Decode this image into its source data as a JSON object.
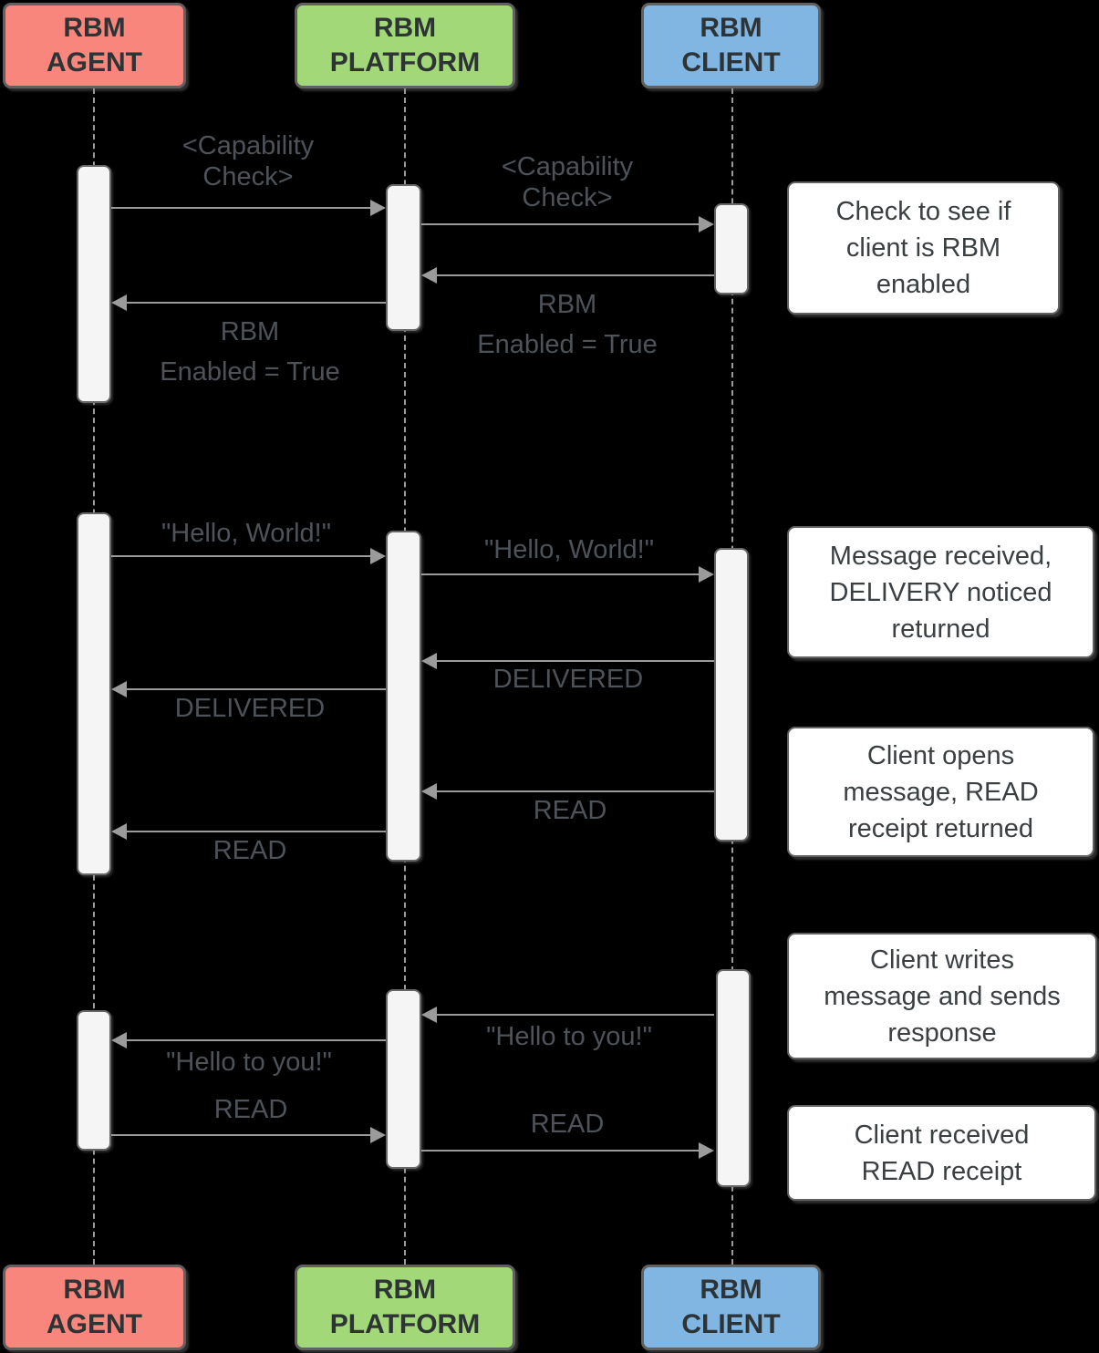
{
  "diagram": {
    "type": "sequence-diagram",
    "background": "#000000"
  },
  "colors": {
    "agent_fill": "#F8867C",
    "platform_fill": "#A2D878",
    "client_fill": "#81B6E2",
    "box_border": "#616161",
    "activation_fill": "#F5F5F5",
    "arrow": "#9B9B9B",
    "message_text": "#4D5359",
    "note_fill": "#FFFFFF",
    "note_text": "#3A3F42",
    "header_text": "#2E3336"
  },
  "actors": [
    {
      "name": "RBM AGENT",
      "lines": [
        "RBM",
        "AGENT"
      ],
      "fill": "#F8867C"
    },
    {
      "name": "RBM PLATFORM",
      "lines": [
        "RBM",
        "PLATFORM"
      ],
      "fill": "#A2D878"
    },
    {
      "name": "RBM CLIENT",
      "lines": [
        "RBM",
        "CLIENT"
      ],
      "fill": "#81B6E2"
    }
  ],
  "messages": [
    {
      "from": "RBM AGENT",
      "to": "RBM PLATFORM",
      "text": "<Capability Check>",
      "lines": [
        "<Capability",
        "Check>"
      ]
    },
    {
      "from": "RBM PLATFORM",
      "to": "RBM CLIENT",
      "text": "<Capability Check>",
      "lines": [
        "<Capability",
        "Check>"
      ]
    },
    {
      "from": "RBM CLIENT",
      "to": "RBM PLATFORM",
      "text": "RBM Enabled = True",
      "lines": [
        "RBM",
        "Enabled = True"
      ]
    },
    {
      "from": "RBM PLATFORM",
      "to": "RBM AGENT",
      "text": "RBM Enabled = True",
      "lines": [
        "RBM",
        "Enabled = True"
      ]
    },
    {
      "from": "RBM AGENT",
      "to": "RBM PLATFORM",
      "text": "\"Hello, World!\"",
      "lines": [
        "\"Hello, World!\""
      ]
    },
    {
      "from": "RBM PLATFORM",
      "to": "RBM CLIENT",
      "text": "\"Hello, World!\"",
      "lines": [
        "\"Hello, World!\""
      ]
    },
    {
      "from": "RBM CLIENT",
      "to": "RBM PLATFORM",
      "text": "DELIVERED",
      "lines": [
        "DELIVERED"
      ]
    },
    {
      "from": "RBM PLATFORM",
      "to": "RBM AGENT",
      "text": "DELIVERED",
      "lines": [
        "DELIVERED"
      ]
    },
    {
      "from": "RBM CLIENT",
      "to": "RBM PLATFORM",
      "text": "READ",
      "lines": [
        "READ"
      ]
    },
    {
      "from": "RBM PLATFORM",
      "to": "RBM AGENT",
      "text": "READ",
      "lines": [
        "READ"
      ]
    },
    {
      "from": "RBM CLIENT",
      "to": "RBM PLATFORM",
      "text": "\"Hello to you!\"",
      "lines": [
        "\"Hello to you!\""
      ]
    },
    {
      "from": "RBM PLATFORM",
      "to": "RBM AGENT",
      "text": "\"Hello to you!\"",
      "lines": [
        "\"Hello to you!\""
      ]
    },
    {
      "from": "RBM AGENT",
      "to": "RBM PLATFORM",
      "text": "READ",
      "lines": [
        "READ"
      ]
    },
    {
      "from": "RBM PLATFORM",
      "to": "RBM CLIENT",
      "text": "READ",
      "lines": [
        "READ"
      ]
    }
  ],
  "notes": [
    {
      "text": "Check to see if client is RBM enabled",
      "lines": [
        "Check to see if",
        "client is RBM",
        "enabled"
      ]
    },
    {
      "text": "Message received, DELIVERY noticed returned",
      "lines": [
        "Message received,",
        "DELIVERY noticed",
        "returned"
      ]
    },
    {
      "text": "Client opens message, READ receipt returned",
      "lines": [
        "Client opens",
        "message, READ",
        "receipt returned"
      ]
    },
    {
      "text": "Client writes message and sends response",
      "lines": [
        "Client writes",
        "message and sends",
        "response"
      ]
    },
    {
      "text": "Client received READ receipt",
      "lines": [
        "Client received",
        "READ receipt"
      ]
    }
  ]
}
